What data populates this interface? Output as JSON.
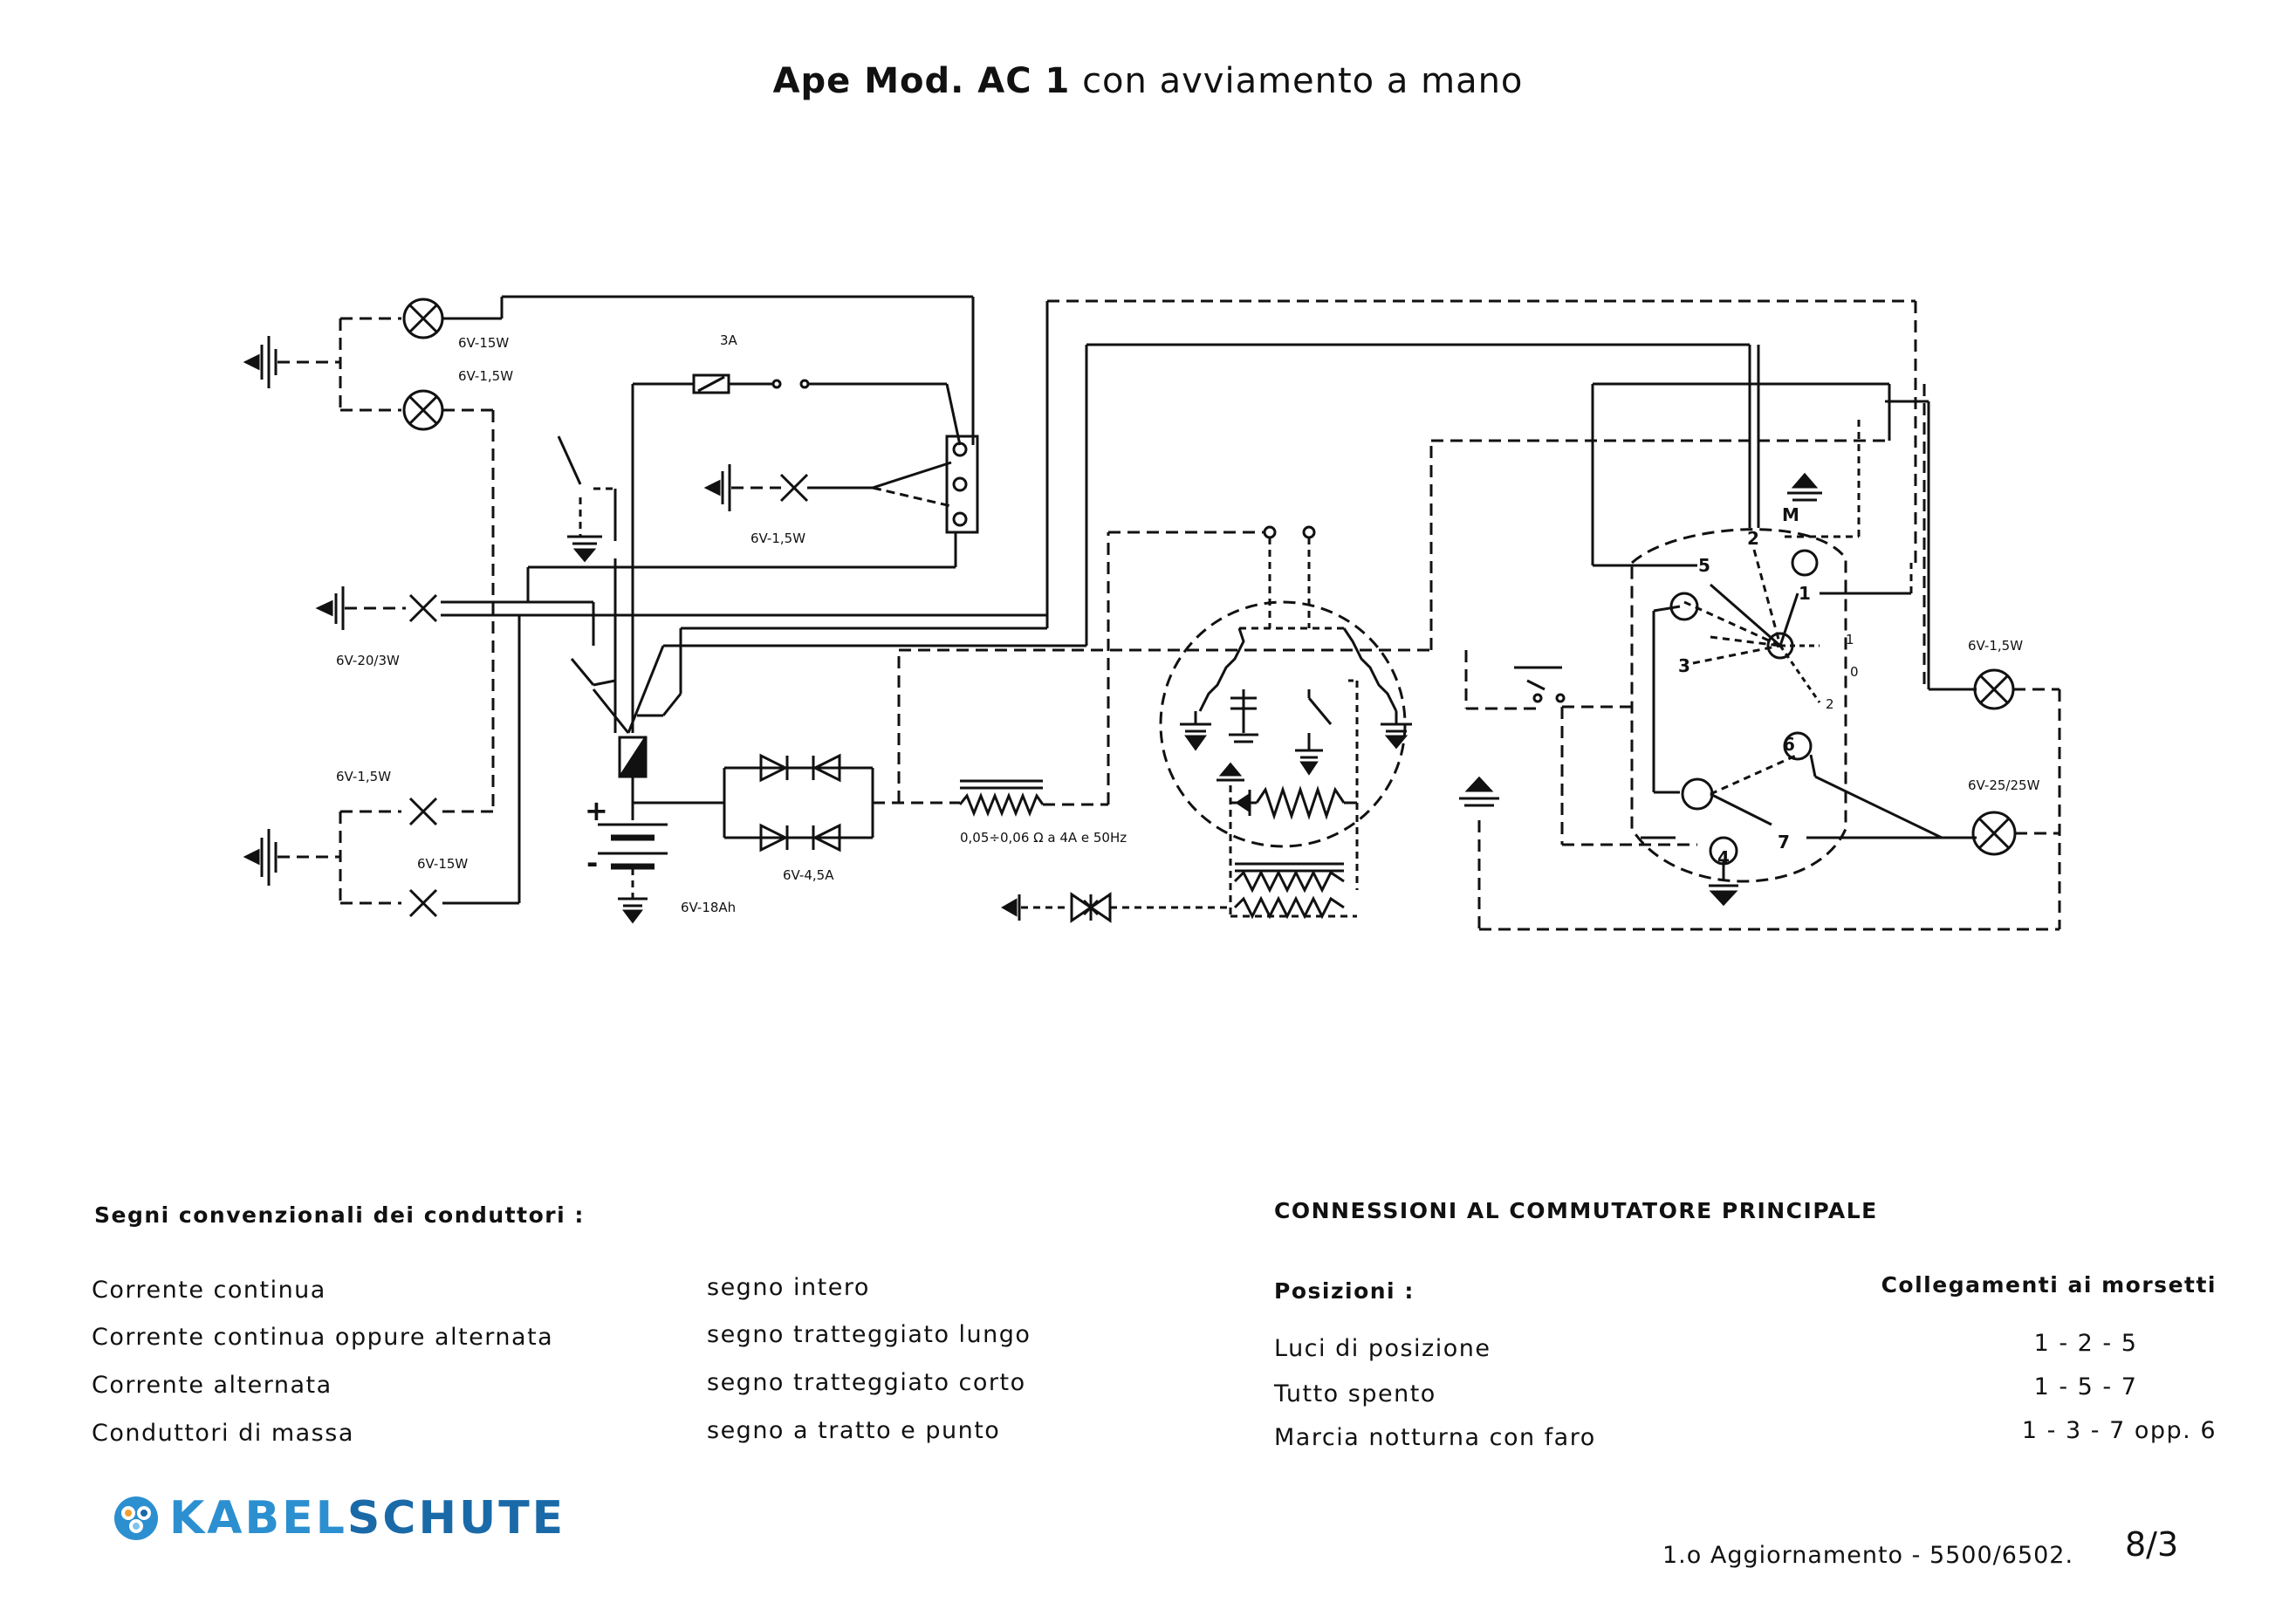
{
  "title": {
    "bold": "Ape Mod. AC 1",
    "rest": "con avviamento a mano"
  },
  "diagram": {
    "labels": {
      "lamp_front_top": "6V-15W",
      "lamp_front_bottom": "6V-1,5W",
      "fuse": "3A",
      "lamp_speedo": "6V-1,5W",
      "lamp_side": "6V-20/3W",
      "lamp_rear_top": "6V-1,5W",
      "lamp_rear_bottom": "6V-15W",
      "battery": "6V-18Ah",
      "plus": "+",
      "minus": "-",
      "rectifier": "6V-4,5A",
      "resistor": "0,05÷0,06 Ω a 4A e 50Hz",
      "lamp_right_top": "6V-1,5W",
      "lamp_right_headlamp": "6V-25/25W",
      "terminal_1": "1",
      "terminal_2": "2",
      "terminal_3": "3",
      "terminal_4": "4",
      "terminal_5": "5",
      "terminal_6": "6",
      "terminal_7": "7",
      "terminal_m": "M",
      "pos_1": "1",
      "pos_0": "0",
      "pos_2": "2"
    }
  },
  "legend": {
    "heading": "Segni convenzionali dei conduttori :",
    "rows": [
      {
        "name": "Corrente continua",
        "sign": "segno intero"
      },
      {
        "name": "Corrente continua oppure alternata",
        "sign": "segno tratteggiato lungo"
      },
      {
        "name": "Corrente alternata",
        "sign": "segno tratteggiato corto"
      },
      {
        "name": "Conduttori di massa",
        "sign": "segno a tratto e punto"
      }
    ]
  },
  "connections": {
    "heading": "CONNESSIONI AL COMMUTATORE PRINCIPALE",
    "positions_label": "Posizioni :",
    "terminals_label": "Collegamenti ai morsetti",
    "rows": [
      {
        "position": "Luci di posizione",
        "terminals": "1 - 2 - 5"
      },
      {
        "position": "Tutto spento",
        "terminals": "1 - 5 - 7"
      },
      {
        "position": "Marcia notturna con faro",
        "terminals": "1 - 3 - 7 opp. 6"
      }
    ]
  },
  "logo": {
    "part1": "KABEL",
    "part2": "SCHUTE"
  },
  "footer": {
    "update": "1.o Aggiornamento - 5500/6502.",
    "page": "8/3"
  }
}
